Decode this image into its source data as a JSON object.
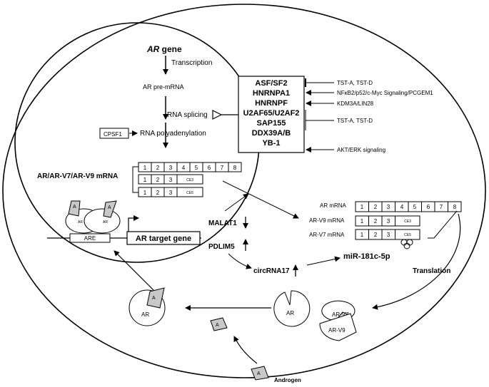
{
  "gene": {
    "italic": "AR",
    "suffix": " gene"
  },
  "steps": {
    "transcription": "Transcription",
    "pre_mrna": "AR pre-mRNA",
    "splicing": "RNA splicing",
    "polyadenylation": "RNA polyadenylation",
    "cpsf1": "CPSF1"
  },
  "factors": [
    "ASF/SF2",
    "HNRNPA1",
    "HNRNPF",
    "U2AF65/U2AF2",
    "SAP155",
    "DDX39A/B",
    "YB-1"
  ],
  "regulators": {
    "asf": "TST-A, TST-D",
    "hnrnpa1": "NFκB2/p52/c-Myc Signaling/PCGEM1",
    "hnrnpf": "KDM3A/LIN28",
    "u2af": "TST-A, TST-D",
    "yb1": "AKT/ERK signaling"
  },
  "nuclear_mrna_label": "AR/AR-V7/AR-V9 mRNA",
  "exons_full": [
    "1",
    "2",
    "3",
    "4",
    "5",
    "6",
    "7",
    "8"
  ],
  "exons_short": [
    "1",
    "2",
    "3"
  ],
  "ce3": "CE3",
  "ce5": "CE5",
  "cyto_mrna": {
    "ar": "AR mRNA",
    "v9": "AR-V9 mRNA",
    "v7": "AR-V7 mRNA"
  },
  "noncoding": {
    "malat1": "MALAT1",
    "pdlim5": "PDLIM5",
    "circrna17": "circRNA17",
    "mir": "miR-181c-5p"
  },
  "translation": "Translation",
  "target": {
    "are": "ARE",
    "gene": "AR target gene"
  },
  "proteins": {
    "ar_bound": "AR",
    "ar_free": "AR",
    "v7": "AR-V7",
    "v9": "AR-V9",
    "a": "A",
    "dimer_ar": "AR"
  },
  "androgen": "Androgen"
}
